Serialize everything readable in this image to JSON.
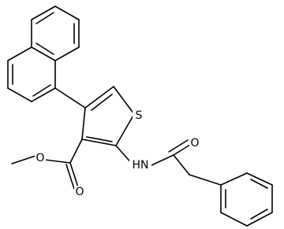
{
  "molecule": {
    "atom_labels": {
      "S": "S",
      "NH": "HN",
      "O_amide": "O",
      "O_ester_carbonyl": "O",
      "O_ester_ether": "O"
    }
  }
}
